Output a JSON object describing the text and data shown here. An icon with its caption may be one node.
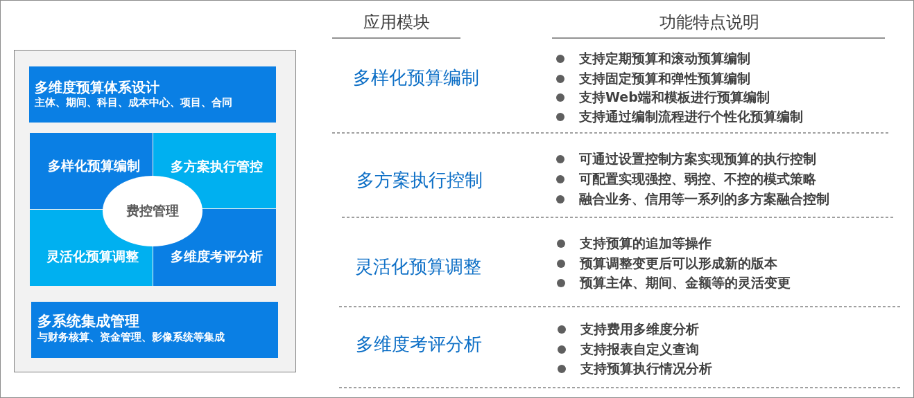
{
  "diagram": {
    "nodes": [
      {
        "text": [],
        "shape": "box"
      },
      {
        "text": [
          "多维度预算体系设计",
          "主体、期间、科目、成本中心、项目、合同"
        ],
        "in": 0
      },
      {
        "text": [
          "多样化预算编制"
        ],
        "in": 0
      },
      {
        "text": [
          "多方案执行管控"
        ],
        "in": 0
      },
      {
        "text": [
          "灵活化预算调整"
        ],
        "in": 0
      },
      {
        "text": [
          "多维度考评分析"
        ],
        "in": 0
      },
      {
        "text": [
          "费控管理"
        ],
        "in": 0
      },
      {
        "text": [
          "多系统集成管理",
          "与财务核算、资金管理、影像系统等集成"
        ],
        "in": 0
      }
    ],
    "labels": [
      "应用模块",
      "功能特点说明",
      "多样化预算编制",
      "支持定期预算和滚动预算编制",
      "支持固定预算和弹性预算编制",
      "支持Web端和模板进行预算编制",
      "支持通过编制流程进行个性化预算编制",
      "多方案执行控制",
      "可通过设置控制方案实现预算的执行控制",
      "可配置实现强控、弱控、不控的模式策略",
      "融合业务、信用等一系列的多方案融合控制",
      "灵活化预算调整",
      "支持预算的追加等操作",
      "预算调整变更后可以形成新的版本",
      "预算主体、期间、金额等的灵活变更",
      "多维度考评分析",
      "支持费用多维度分析",
      "支持报表自定义查询",
      "支持预算执行情况分析"
    ]
  }
}
